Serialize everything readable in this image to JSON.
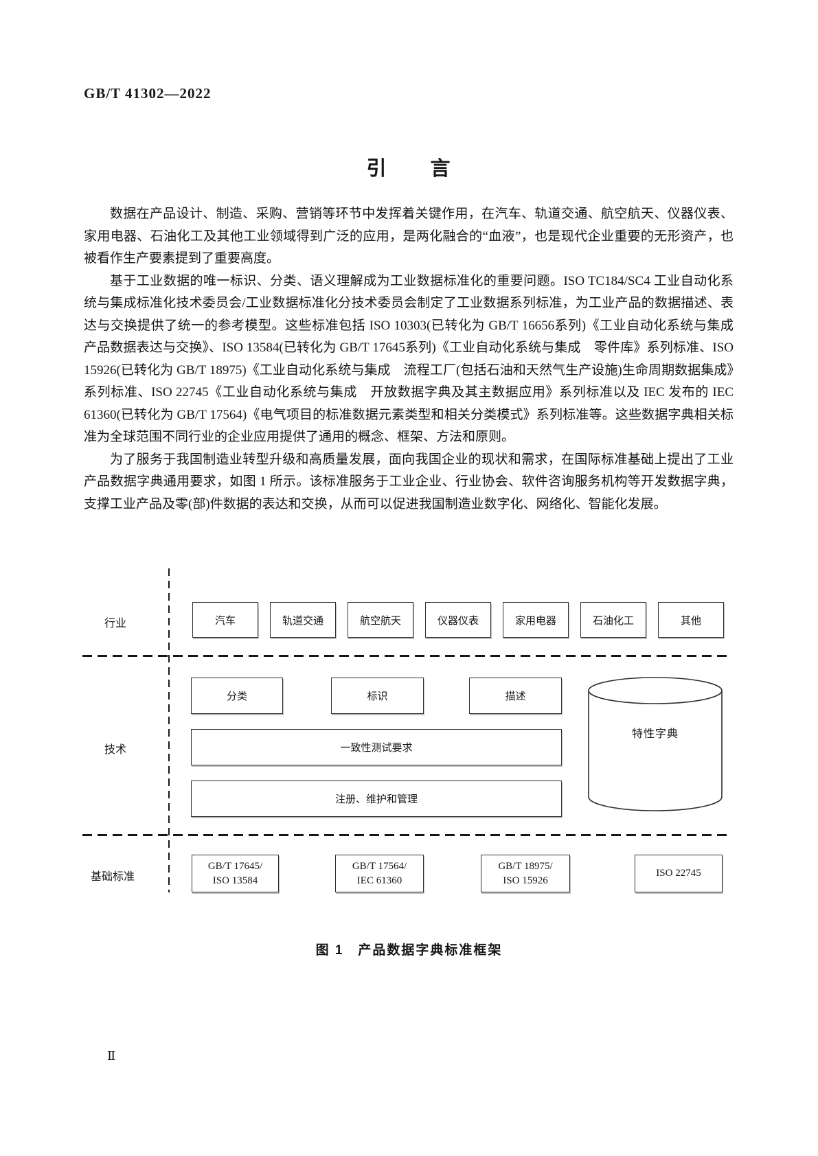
{
  "colors": {
    "ink": "#161616",
    "paper": "#ffffff"
  },
  "header": {
    "doc_number": "GB/T 41302—2022"
  },
  "title": "引　　言",
  "paragraphs": {
    "p1": "数据在产品设计、制造、采购、营销等环节中发挥着关键作用，在汽车、轨道交通、航空航天、仪器仪表、家用电器、石油化工及其他工业领域得到广泛的应用，是两化融合的“血液”，也是现代企业重要的无形资产，也被看作生产要素提到了重要高度。",
    "p2": "基于工业数据的唯一标识、分类、语义理解成为工业数据标准化的重要问题。ISO TC184/SC4 工业自动化系统与集成标准化技术委员会/工业数据标准化分技术委员会制定了工业数据系列标准，为工业产品的数据描述、表达与交换提供了统一的参考模型。这些标准包括 ISO 10303(已转化为 GB/T 16656系列)《工业自动化系统与集成　产品数据表达与交换》、ISO 13584(已转化为 GB/T 17645系列)《工业自动化系统与集成　零件库》系列标准、ISO 15926(已转化为 GB/T 18975)《工业自动化系统与集成　流程工厂(包括石油和天然气生产设施)生命周期数据集成》系列标准、ISO 22745《工业自动化系统与集成　开放数据字典及其主数据应用》系列标准以及 IEC 发布的 IEC 61360(已转化为 GB/T 17564)《电气项目的标准数据元素类型和相关分类模式》系列标准等。这些数据字典相关标准为全球范围不同行业的企业应用提供了通用的概念、框架、方法和原则。",
    "p3": "为了服务于我国制造业转型升级和高质量发展，面向我国企业的现状和需求，在国际标准基础上提出了工业产品数据字典通用要求，如图 1 所示。该标准服务于工业企业、行业协会、软件咨询服务机构等开发数据字典，支撑工业产品及零(部)件数据的表达和交换，从而可以促进我国制造业数字化、网络化、智能化发展。"
  },
  "figure": {
    "caption": "图 1　产品数据字典标准框架",
    "industry": {
      "label": "行业",
      "boxes": [
        "汽车",
        "轨道交通",
        "航空航天",
        "仪器仪表",
        "家用电器",
        "石油化工",
        "其他"
      ]
    },
    "technology": {
      "label": "技术",
      "boxes": [
        "分类",
        "标识",
        "描述"
      ],
      "wide_boxes": [
        "一致性测试要求",
        "注册、维护和管理"
      ],
      "cylinder_label": "特性字典"
    },
    "base": {
      "label": "基础标准",
      "boxes": [
        {
          "line1": "GB/T 17645/",
          "line2": "ISO 13584"
        },
        {
          "line1": "GB/T 17564/",
          "line2": "IEC 61360"
        },
        {
          "line1": "GB/T 18975/",
          "line2": "ISO 15926"
        },
        {
          "line1": "ISO 22745",
          "line2": ""
        }
      ]
    }
  },
  "footer": {
    "page_number": "Ⅱ"
  }
}
